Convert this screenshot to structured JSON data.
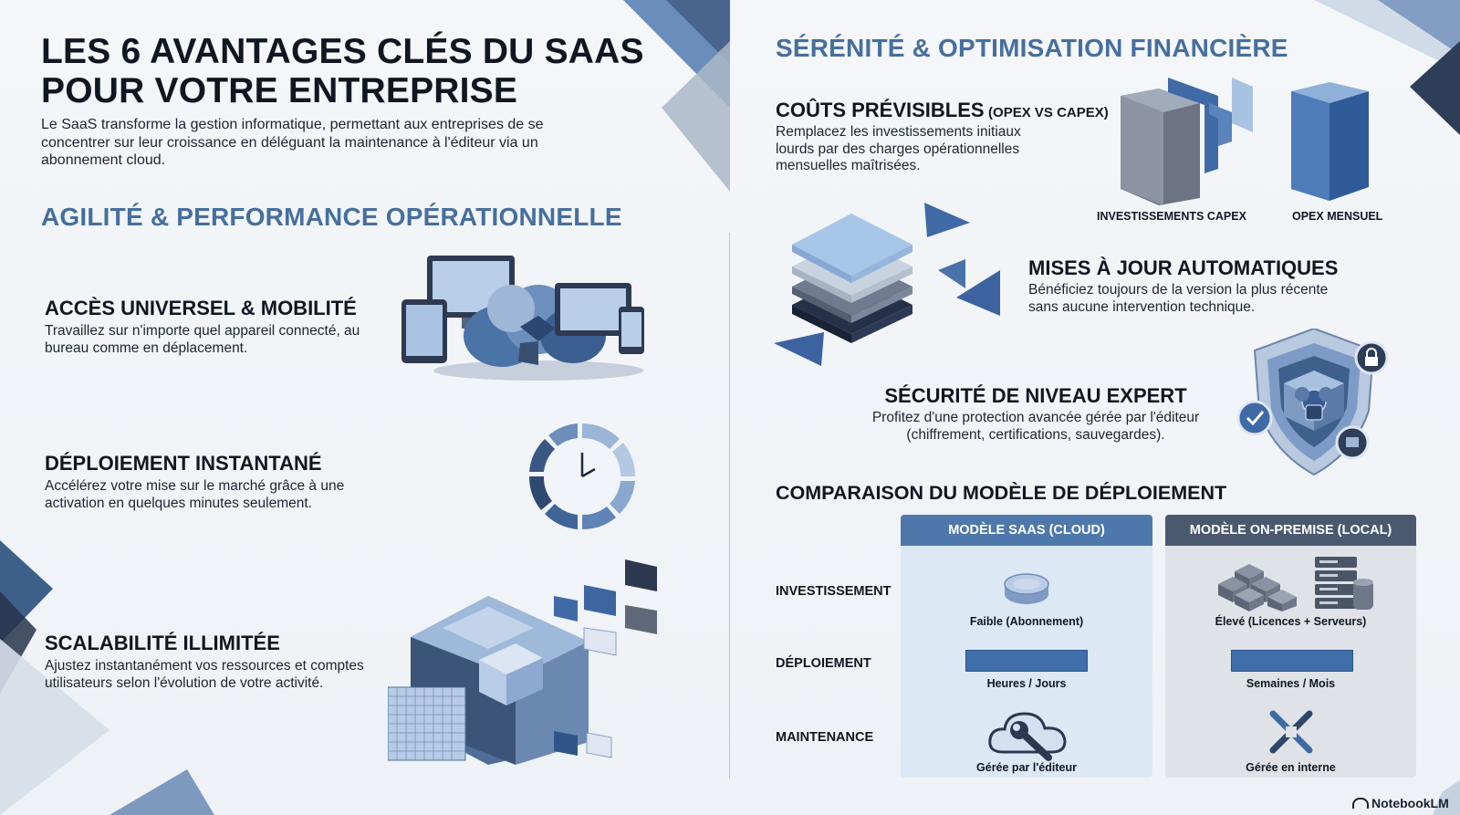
{
  "header": {
    "title_line1": "LES 6 AVANTAGES CLÉS DU SAAS",
    "title_line2": "POUR VOTRE ENTREPRISE",
    "intro": "Le SaaS transforme la gestion informatique, permettant aux entreprises de se concentrer sur leur croissance en déléguant la maintenance à l'éditeur via un abonnement cloud."
  },
  "left": {
    "section_title": "AGILITÉ & PERFORMANCE OPÉRATIONNELLE",
    "features": [
      {
        "title": "ACCÈS UNIVERSEL & MOBILITÉ",
        "desc": "Travaillez sur n'importe quel appareil connecté, au bureau comme en déplacement.",
        "icon": "devices-cloud-icon"
      },
      {
        "title": "DÉPLOIEMENT INSTANTANÉ",
        "desc": "Accélérez votre mise sur le marché grâce à une activation en quelques minutes seulement.",
        "icon": "clock-icon"
      },
      {
        "title": "SCALABILITÉ ILLIMITÉE",
        "desc": "Ajustez instantanément vos ressources et comptes utilisateurs selon l'évolution de votre activité.",
        "icon": "cubes-icon"
      }
    ]
  },
  "right": {
    "section_title": "SÉRÉNITÉ & OPTIMISATION FINANCIÈRE",
    "costs": {
      "title": "COÛTS PRÉVISIBLES",
      "title_suffix": "(OPEX VS CAPEX)",
      "desc": "Remplacez les investissements initiaux lourds par des charges opérationnelles mensuelles maîtrisées.",
      "capex_label": "INVESTISSEMENTS CAPEX",
      "opex_label": "OPEX MENSUEL"
    },
    "updates": {
      "title": "MISES À JOUR AUTOMATIQUES",
      "desc": "Bénéficiez toujours de la version la plus récente sans aucune intervention technique."
    },
    "security": {
      "title": "SÉCURITÉ DE NIVEAU EXPERT",
      "desc_line1": "Profitez d'une protection avancée gérée par l'éditeur",
      "desc_line2": "(chiffrement, certifications, sauvegardes)."
    },
    "comparison": {
      "title": "COMPARAISON DU MODÈLE DE DÉPLOIEMENT",
      "columns": [
        "MODÈLE SAAS (CLOUD)",
        "MODÈLE ON-PREMISE (LOCAL)"
      ],
      "rows": [
        {
          "label": "INVESTISSEMENT",
          "saas": "Faible (Abonnement)",
          "onprem": "Élevé (Licences + Serveurs)"
        },
        {
          "label": "DÉPLOIEMENT",
          "saas": "Heures / Jours",
          "onprem": "Semaines / Mois"
        },
        {
          "label": "MAINTENANCE",
          "saas": "Gérée par l'éditeur",
          "onprem": "Gérée en interne"
        }
      ]
    }
  },
  "watermark": "NotebookLM",
  "colors": {
    "accent": "#466f9e",
    "dark": "#2f3b52",
    "light": "#b9d0ea",
    "table_head_saas": "#4e78ab",
    "table_head_onprem": "#4b596f"
  }
}
